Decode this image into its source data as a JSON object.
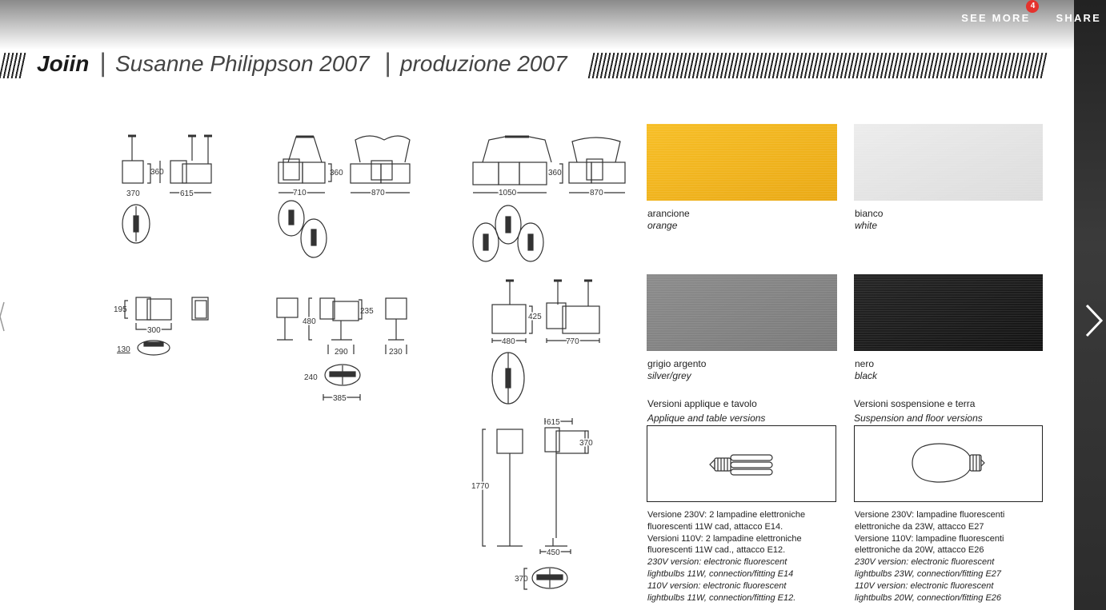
{
  "topbar": {
    "see_more_label": "SEE MORE",
    "see_more_count": "4",
    "share_label": "SHARE"
  },
  "icons": {
    "next": "chevron-right-icon"
  },
  "title": {
    "product": "Joiin",
    "designer": "Susanne Philippson 2007",
    "production": "produzione 2007"
  },
  "dimensions": {
    "pendant_small": [
      "360",
      "370",
      "615"
    ],
    "pendant_medium": [
      "360",
      "710",
      "870"
    ],
    "pendant_large": [
      "360",
      "1050",
      "870"
    ],
    "wall": [
      "195",
      "300",
      "130"
    ],
    "table_medium": [
      "480",
      "235",
      "290",
      "230",
      "240",
      "385"
    ],
    "floor_pendant": [
      "425",
      "480",
      "770"
    ],
    "floor": [
      "615",
      "370",
      "1770",
      "450",
      "370"
    ]
  },
  "colors": [
    {
      "it": "arancione",
      "en": "orange",
      "hex": "#f2b31c"
    },
    {
      "it": "bianco",
      "en": "white",
      "hex": "#e6e6e6"
    },
    {
      "it": "grigio argento",
      "en": "silver/grey",
      "hex": "#858585"
    },
    {
      "it": "nero",
      "en": "black",
      "hex": "#1e1e1e"
    }
  ],
  "versions": {
    "applique": {
      "title_it": "Versioni applique e tavolo",
      "title_en": "Applique and table versions",
      "lines_it": [
        "Versione 230V: 2 lampadine elettroniche",
        "fluorescenti 11W cad, attacco E14.",
        "Versioni 110V: 2 lampadine elettroniche",
        "fluorescenti 11W cad., attacco E12."
      ],
      "lines_en": [
        "230V version: electronic fluorescent",
        "lightbulbs 11W, connection/fitting E14",
        "110V version: electronic fluorescent",
        "lightbulbs 11W, connection/fitting E12."
      ]
    },
    "suspension": {
      "title_it": "Versioni sospensione e terra",
      "title_en": "Suspension and floor versions",
      "lines_it": [
        "Versione 230V: lampadine fluorescenti",
        "elettroniche da 23W, attacco E27",
        "Versione 110V: lampadine fluorescenti",
        "elettroniche da 20W, attacco E26"
      ],
      "lines_en": [
        "230V version: electronic fluorescent",
        "lightbulbs 23W, connection/fitting E27",
        "110V version: electronic fluorescent",
        "lightbulbs 20W, connection/fitting E26"
      ]
    }
  }
}
